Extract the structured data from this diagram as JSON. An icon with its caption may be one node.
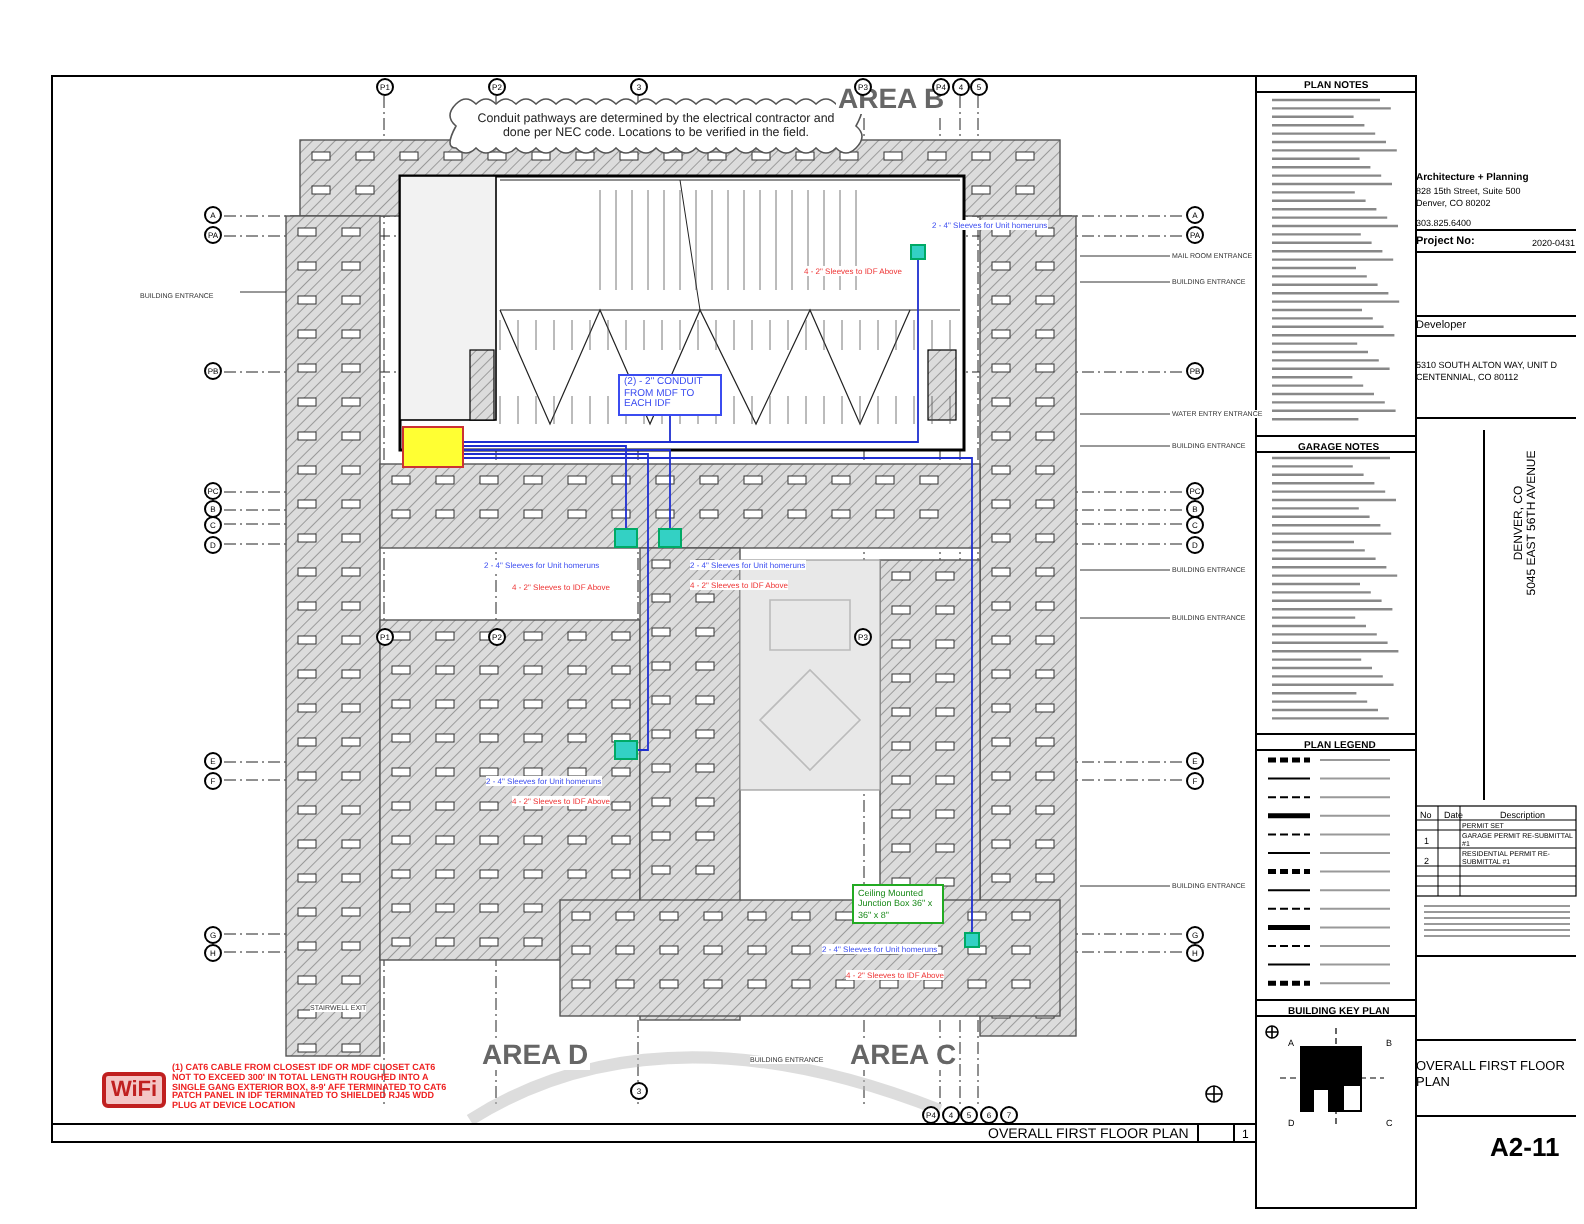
{
  "diagram": {
    "nodes": [
      {
        "text": [
          "Conduit pathways are determined by the electrical contractor and done per NEC code. Locations to be verified in the field."
        ]
      },
      {
        "text": [],
        "shape": "box"
      },
      {
        "text": [],
        "shape": "box",
        "beside": [
          "2 - 4\" Sleeves for Unit homeruns",
          "4 - 2\" Sleeves to IDF Above"
        ]
      },
      {
        "text": [],
        "shape": "box",
        "beside": [
          "2 - 4\" Sleeves for Unit homeruns",
          "4 - 2\" Sleeves to IDF Above"
        ]
      },
      {
        "text": [],
        "shape": "box",
        "beside": [
          "2 - 4\" Sleeves for Unit homeruns",
          "4 - 2\" Sleeves to IDF Above"
        ]
      },
      {
        "text": [],
        "shape": "box",
        "beside": [
          "2 - 4\" Sleeves for Unit homeruns",
          "4 - 2\" Sleeves to IDF Above"
        ]
      },
      {
        "text": [],
        "shape": "box",
        "beside": [
          "2 - 4\" Sleeves for Unit homeruns",
          "4 - 2\" Sleeves to IDF Above"
        ]
      },
      {
        "text": [
          "(2) - 2\" CONDUIT FROM MDF TO EACH IDF"
        ]
      },
      {
        "text": [
          "Ceiling Mounted Junction Box 36\" x 36\" x 8\""
        ]
      },
      {
        "text": [
          "WiFi"
        ]
      }
    ],
    "edges": [
      {
        "from": 1,
        "to": 2,
        "arrow": "none",
        "color": "#1f2fd0"
      },
      {
        "from": 1,
        "to": 3,
        "arrow": "none",
        "color": "#1f2fd0"
      },
      {
        "from": 1,
        "to": 4,
        "arrow": "none",
        "color": "#1f2fd0"
      },
      {
        "from": 1,
        "to": 5,
        "arrow": "none",
        "color": "#1f2fd0"
      },
      {
        "from": 1,
        "to": 6,
        "arrow": "none",
        "color": "#1f2fd0"
      },
      {
        "from": 7,
        "to": null,
        "arrow": "none",
        "color": "#1f2fd0"
      }
    ],
    "labels": [
      "AREA B",
      "P1",
      "P2",
      "3",
      "P3",
      "P4",
      "4",
      "5",
      "A",
      "A",
      "PA",
      "PA",
      "MAIL ROOM ENTRANCE",
      "BUILDING ENTRANCE",
      "BUILDING ENTRANCE",
      "PB",
      "PB",
      "WATER ENTRY ENTRANCE",
      "BUILDING ENTRANCE",
      "PC",
      "PC",
      "B",
      "B",
      "C",
      "C",
      "D",
      "D",
      "BUILDING ENTRANCE",
      "BUILDING ENTRANCE",
      "P1",
      "P2",
      "P3",
      "E",
      "E",
      "F",
      "F",
      "BUILDING ENTRANCE",
      "G",
      "G",
      "H",
      "H",
      "STAIRWELL EXIT",
      "AREA D",
      "BUILDING ENTRANCE",
      "AREA C",
      "(1) CAT6 CABLE FROM CLOSEST IDF OR MDF CLOSET CAT6 NOT TO EXCEED 300' IN TOTAL LENGTH ROUGHED INTO A SINGLE GANG EXTERIOR BOX, 8-9' AFF TERMINATED TO CAT6 PATCH PANEL IN IDF TERMINATED TO SHIELDED RJ45 WDD PLUG AT DEVICE LOCATION",
      "3",
      "P4",
      "4",
      "5",
      "6",
      "7",
      "OVERALL FIRST FLOOR PLAN",
      "1",
      "PLAN NOTES",
      "Architecture + Planning",
      "828 15th Street, Suite 500",
      "Denver, CO 80202",
      "303.825.6400",
      "Project No:",
      "2020-0431",
      "Developer",
      "5310 SOUTH ALTON WAY, UNIT D",
      "CENTENNIAL, CO 80112",
      "GARAGE NOTES",
      "5045 EAST 56TH AVENUE",
      "DENVER, CO",
      "PLAN LEGEND",
      "No",
      "Date",
      "Description",
      "PERMIT SET",
      "1",
      "GARAGE PERMIT RE-SUBMITTAL #1",
      "2",
      "RESIDENTIAL PERMIT RE-SUBMITTAL #1",
      "BUILDING KEY PLAN",
      "A",
      "B",
      "OVERALL FIRST FLOOR PLAN",
      "D",
      "C",
      "A2-11"
    ]
  }
}
